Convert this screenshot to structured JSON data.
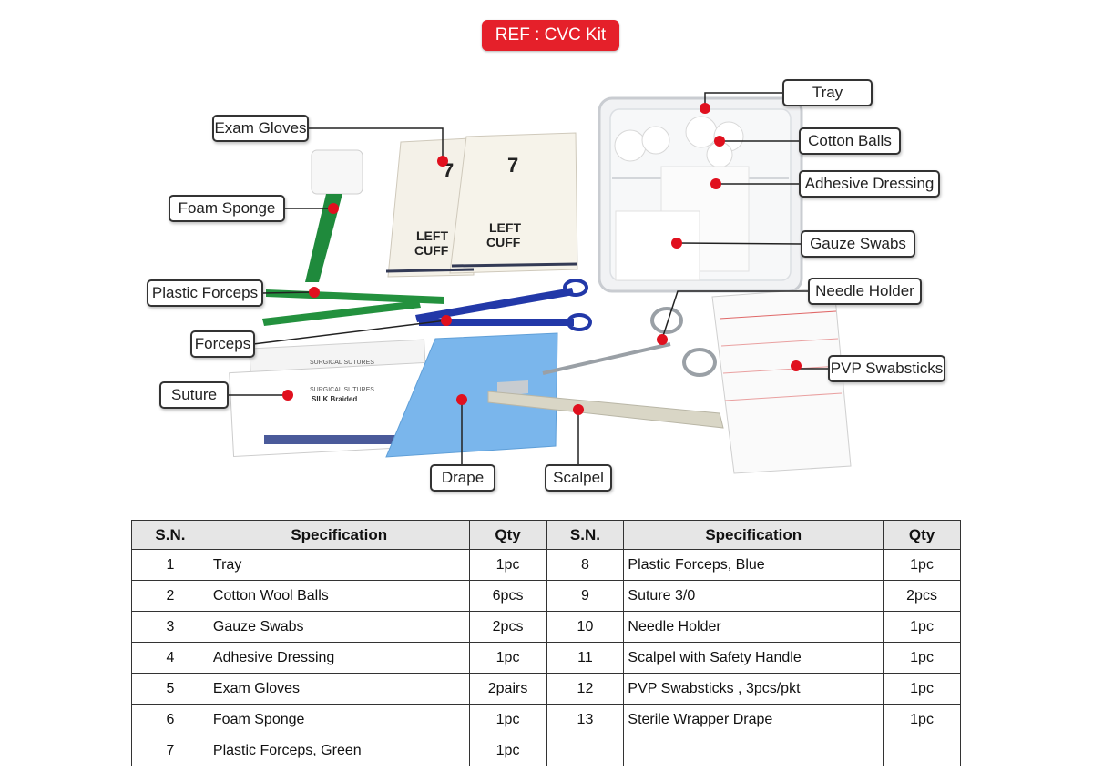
{
  "header": {
    "ref": "REF : CVC Kit"
  },
  "colors": {
    "badge": "#e5202a",
    "dot": "#e0101e"
  },
  "callouts": {
    "exam_gloves": "Exam Gloves",
    "foam_sponge": "Foam Sponge",
    "plastic_forceps": "Plastic Forceps",
    "forceps": "Forceps",
    "suture": "Suture",
    "drape": "Drape",
    "scalpel": "Scalpel",
    "tray": "Tray",
    "cotton_balls": "Cotton Balls",
    "adhesive_dressing": "Adhesive Dressing",
    "gauze_swabs": "Gauze Swabs",
    "needle_holder": "Needle Holder",
    "pvp_swabsticks": "PVP Swabsticks"
  },
  "photo_text": {
    "glove_size": "7",
    "glove_line1": "LEFT",
    "glove_line2": "CUFF",
    "suture_brand": "SURGICAL SUTURES",
    "suture_type": "SILK Braided"
  },
  "table": {
    "headers": [
      "S.N.",
      "Specification",
      "Qty",
      "S.N.",
      "Specification",
      "Qty"
    ],
    "rows": [
      [
        "1",
        "Tray",
        "1pc",
        "8",
        "Plastic Forceps, Blue",
        "1pc"
      ],
      [
        "2",
        "Cotton Wool Balls",
        "6pcs",
        "9",
        "Suture 3/0",
        "2pcs"
      ],
      [
        "3",
        "Gauze Swabs",
        "2pcs",
        "10",
        "Needle Holder",
        "1pc"
      ],
      [
        "4",
        "Adhesive Dressing",
        "1pc",
        "11",
        "Scalpel with Safety Handle",
        "1pc"
      ],
      [
        "5",
        "Exam Gloves",
        "2pairs",
        "12",
        "PVP Swabsticks , 3pcs/pkt",
        "1pc"
      ],
      [
        "6",
        "Foam Sponge",
        "1pc",
        "13",
        "Sterile Wrapper Drape",
        "1pc"
      ],
      [
        "7",
        "Plastic Forceps, Green",
        "1pc",
        "",
        "",
        ""
      ]
    ]
  }
}
